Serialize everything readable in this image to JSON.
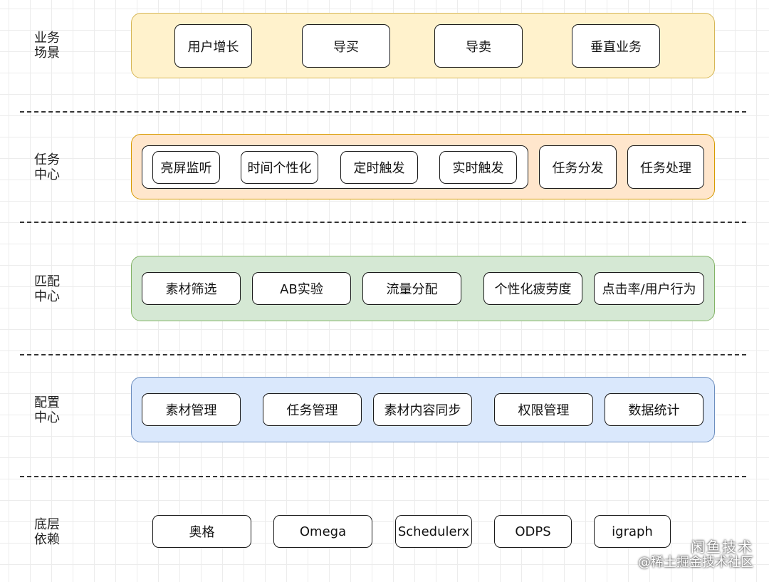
{
  "rows": [
    {
      "label_line1": "业务",
      "label_line2": "场景",
      "boxes": [
        "用户增长",
        "导买",
        "导卖",
        "垂直业务"
      ]
    },
    {
      "label_line1": "任务",
      "label_line2": "中心",
      "grouped_boxes": [
        "亮屏监听",
        "时间个性化",
        "定时触发",
        "实时触发"
      ],
      "boxes": [
        "任务分发",
        "任务处理"
      ]
    },
    {
      "label_line1": "匹配",
      "label_line2": "中心",
      "boxes": [
        "素材筛选",
        "AB实验",
        "流量分配",
        "个性化疲劳度",
        "点击率/用户行为"
      ]
    },
    {
      "label_line1": "配置",
      "label_line2": "中心",
      "boxes": [
        "素材管理",
        "任务管理",
        "素材内容同步",
        "权限管理",
        "数据统计"
      ]
    },
    {
      "label_line1": "底层",
      "label_line2": "依赖",
      "boxes": [
        "奥格",
        "Omega",
        "Schedulerx",
        "ODPS",
        "igraph"
      ]
    }
  ],
  "watermark": {
    "line1": "闲鱼技术",
    "line2": "@稀土掘金技术社区"
  },
  "colors": {
    "business_panel": "#fff2cc",
    "task_panel": "#ffe6cc",
    "match_panel": "#d5e8d4",
    "config_panel": "#dae8fc"
  }
}
